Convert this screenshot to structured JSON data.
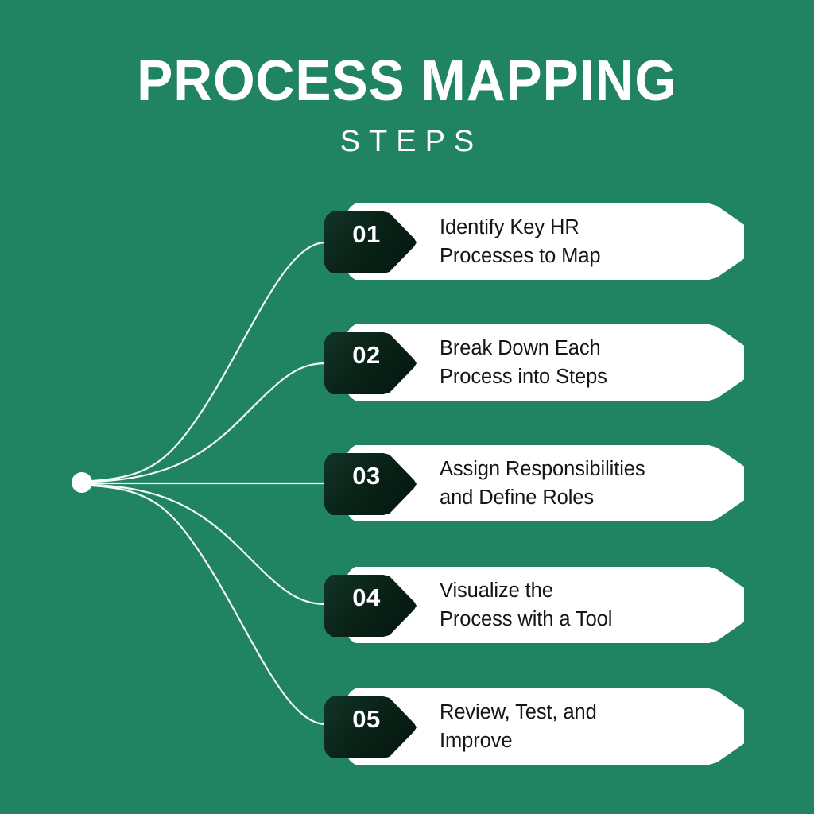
{
  "theme": {
    "background": "#1f8364",
    "badge_dark": "#0a2217",
    "banner": "#ffffff",
    "title_color": "#ffffff",
    "text_color": "#151515",
    "connector_color": "#ffffff"
  },
  "header": {
    "title": "PROCESS MAPPING",
    "subtitle": "STEPS"
  },
  "hub": {
    "name": "origin-node"
  },
  "steps": [
    {
      "number": "01",
      "label": "Identify Key HR\nProcesses to Map"
    },
    {
      "number": "02",
      "label": "Break Down Each\nProcess into Steps"
    },
    {
      "number": "03",
      "label": "Assign Responsibilities\nand Define Roles"
    },
    {
      "number": "04",
      "label": "Visualize the\nProcess with a Tool"
    },
    {
      "number": "05",
      "label": "Review, Test, and\nImprove"
    }
  ]
}
